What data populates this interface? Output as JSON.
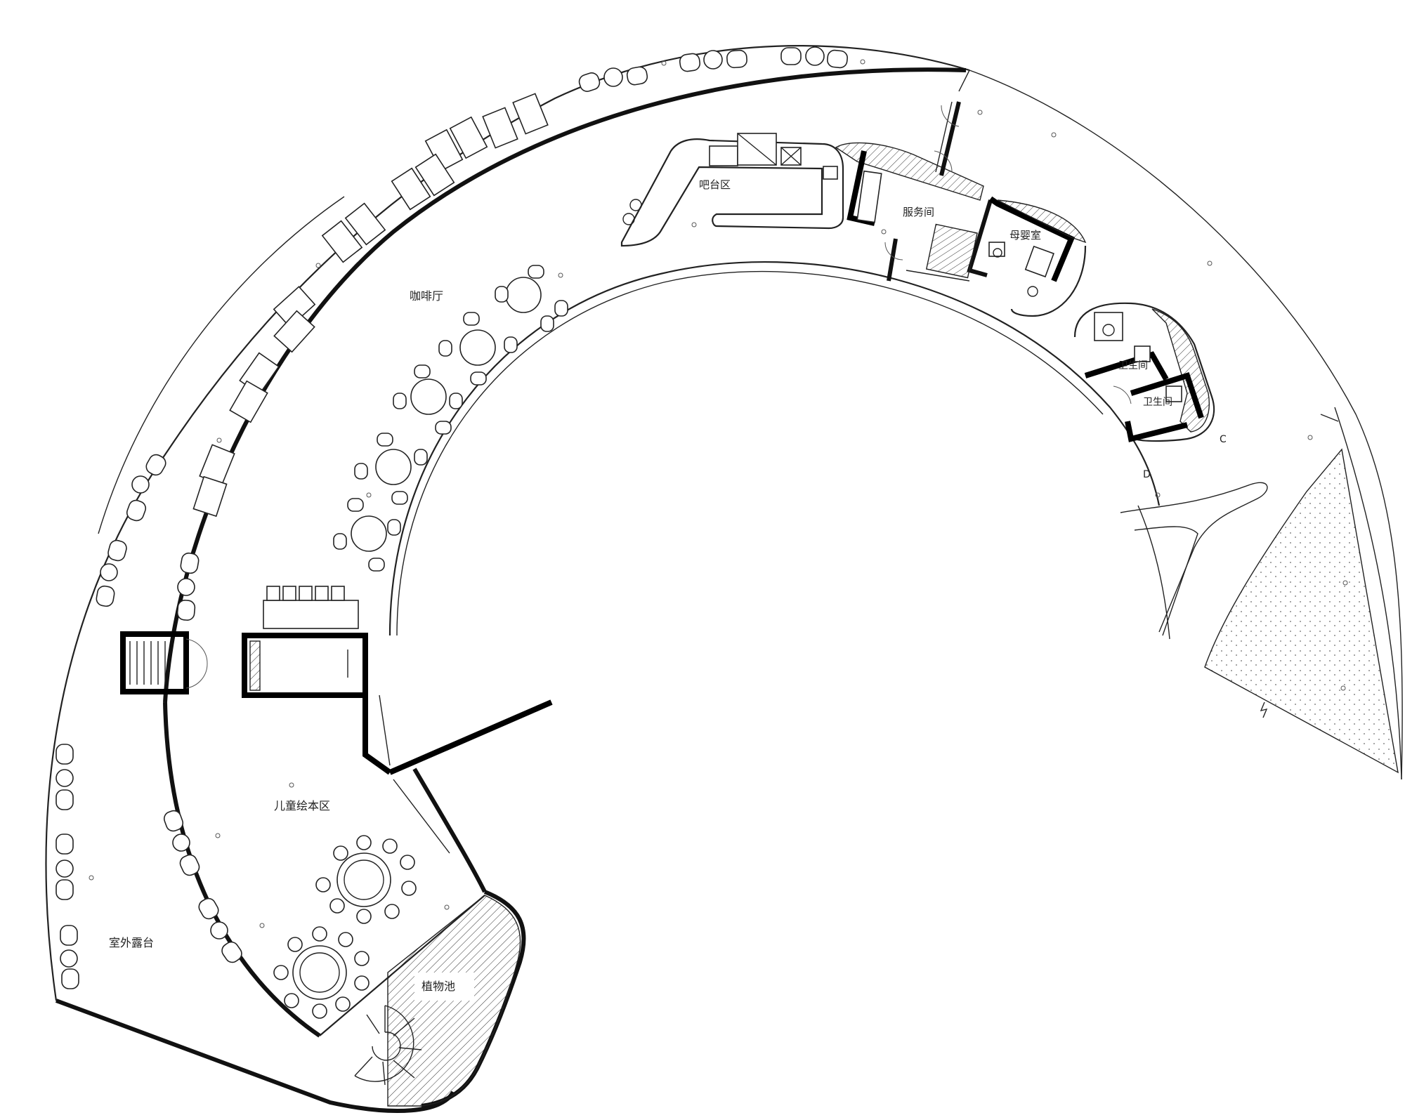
{
  "labels": {
    "bar_area": "吧台区",
    "service_room": "服务间",
    "mother_baby_room": "母婴室",
    "cafe": "咖啡厅",
    "restroom_1": "卫生间",
    "restroom_2": "卫生间",
    "zone_c": "C",
    "zone_d": "D",
    "children_reading_area": "儿童绘本区",
    "outdoor_terrace": "室外露台",
    "planter": "植物池"
  }
}
